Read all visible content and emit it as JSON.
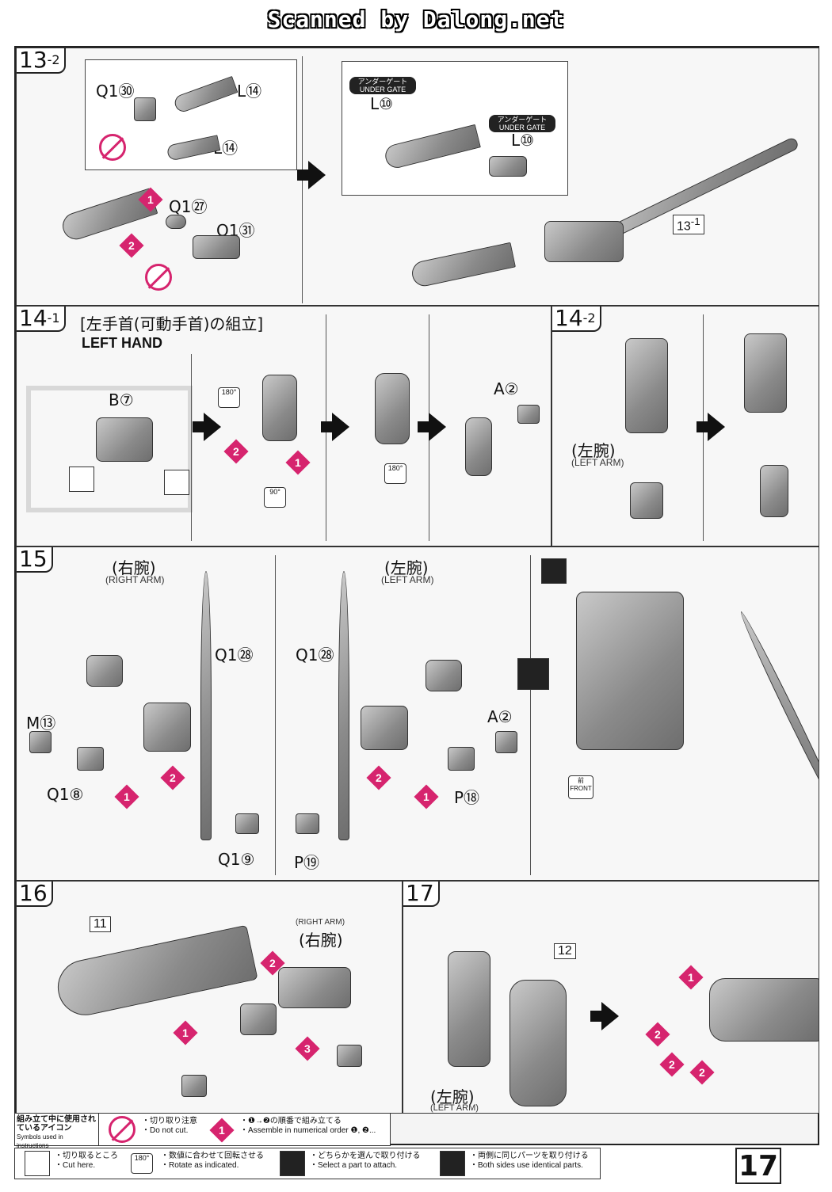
{
  "banner": "Scanned by Dalong.net",
  "steps": {
    "s13_2": {
      "num": "13",
      "sub": "-2",
      "labels": [
        "Q1㉚",
        "L⑭",
        "L⑭",
        "Q1㉗",
        "Q1㉛"
      ],
      "callout": "13",
      "callout_sub": "-1",
      "gate1": "アンダーゲート UNDER GATE",
      "gate2": "アンダーゲート UNDER GATE",
      "gate_label1": "L⑩",
      "gate_label2": "L⑩"
    },
    "s14_1": {
      "num": "14",
      "sub": "-1",
      "title_jp": "[左手首(可動手首)の組立]",
      "title_en": "LEFT HAND",
      "labels": [
        "B⑦",
        "A②"
      ],
      "rot1": "180°",
      "rot2": "90°",
      "rot3": "180°"
    },
    "s14_2": {
      "num": "14",
      "sub": "-2",
      "arm_jp": "(左腕)",
      "arm_en": "(LEFT ARM)"
    },
    "s15": {
      "num": "15",
      "right_jp": "(右腕)",
      "right_en": "(RIGHT ARM)",
      "left_jp": "(左腕)",
      "left_en": "(LEFT ARM)",
      "labels": [
        "Q1㉘",
        "Q1㉘",
        "M⑬",
        "Q1⑧",
        "A②",
        "P⑱",
        "Q1⑨",
        "P⑲"
      ],
      "front": "FRONT",
      "front_jp": "前"
    },
    "s16": {
      "num": "16",
      "callout": "11",
      "arm_en": "(RIGHT ARM)",
      "arm_jp": "(右腕)"
    },
    "s17": {
      "num": "17",
      "callout": "12",
      "arm_jp": "(左腕)",
      "arm_en": "(LEFT ARM)"
    }
  },
  "badges": [
    "1",
    "2",
    "3"
  ],
  "legend": {
    "head_jp": "組み立て中に使用されているアイコン",
    "head_en": "Symbols used in instructions",
    "items": [
      {
        "jp": "・切り取り注意",
        "en": "・Do not cut."
      },
      {
        "jp": "・❶→❷の順番で組み立てる",
        "en": "・Assemble in numerical order ❶, ❷..."
      },
      {
        "jp": "・切り取るところ",
        "en": "・Cut here."
      },
      {
        "jp": "・数値に合わせて回転させる",
        "en": "・Rotate as indicated."
      },
      {
        "jp": "・どちらかを選んで取り付ける",
        "en": "・Select a part to attach."
      },
      {
        "jp": "・両側に同じパーツを取り付ける",
        "en": "・Both sides use identical parts."
      }
    ],
    "rot_icon": "180°"
  },
  "page_number": "17"
}
